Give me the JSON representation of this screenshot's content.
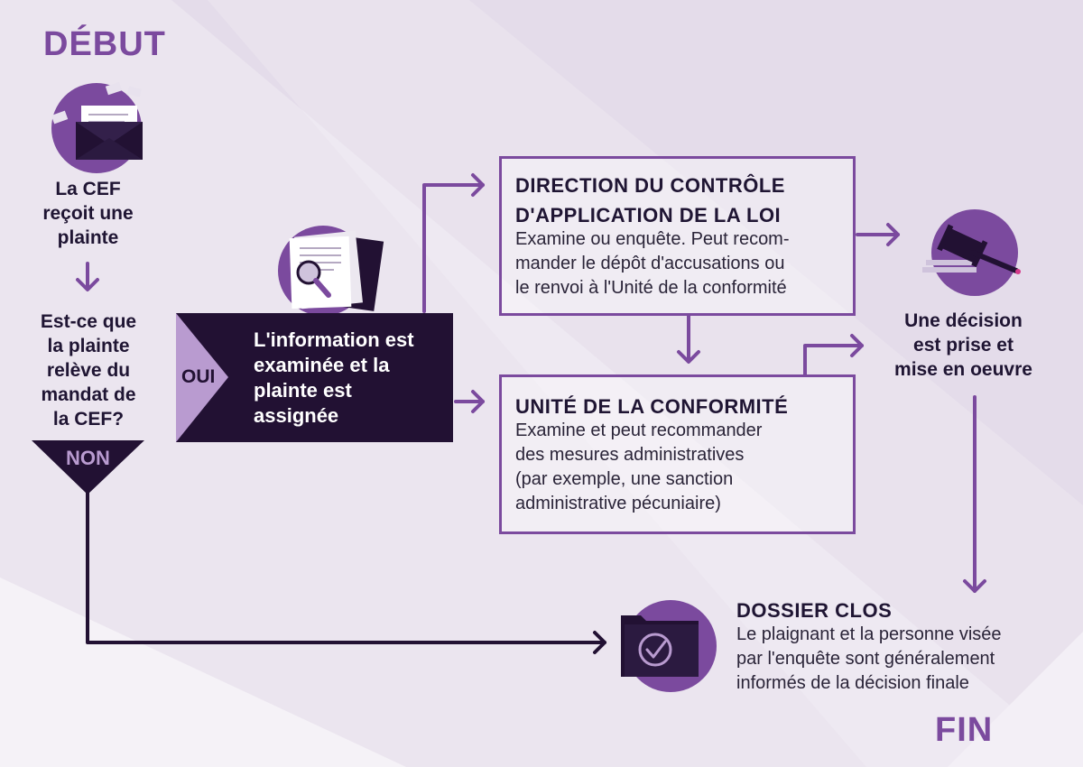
{
  "start": {
    "title": "DÉBUT",
    "lines": [
      "La CEF",
      "reçoit une",
      "plainte"
    ]
  },
  "question": {
    "lines": [
      "Est-ce que",
      "la plainte",
      "relève du",
      "mandat de",
      "la CEF?"
    ],
    "no_label": "NON"
  },
  "assign": {
    "yes_label": "OUI",
    "lines": [
      "L'information est",
      "examinée et la",
      "plainte est",
      "assignée"
    ]
  },
  "enforcement": {
    "title_lines": [
      "DIRECTION DU CONTRÔLE",
      "D'APPLICATION DE LA LOI"
    ],
    "desc_lines": [
      "Examine ou enquête. Peut recom-",
      "mander le dépôt d'accusations ou",
      "le renvoi à l'Unité de la conformité"
    ]
  },
  "compliance": {
    "title": "UNITÉ DE LA CONFORMITÉ",
    "desc_lines": [
      "Examine et peut recommander",
      "des mesures administratives",
      "(par exemple, une sanction",
      "administrative pécuniaire)"
    ]
  },
  "decision": {
    "lines": [
      "Une décision",
      "est prise et",
      "mise en oeuvre"
    ]
  },
  "closed": {
    "title": "DOSSIER CLOS",
    "desc_lines": [
      "Le plaignant et la personne visée",
      "par l'enquête sont généralement",
      "informés de la décision finale"
    ]
  },
  "end": {
    "title": "FIN"
  },
  "colors": {
    "purple": "#7b4a9e",
    "dark": "#221133",
    "light_purple": "#b99bd0",
    "background": "#e4dcea"
  },
  "icons": [
    "envelope-icon",
    "document-magnifier-icon",
    "gavel-icon",
    "folder-check-icon"
  ]
}
